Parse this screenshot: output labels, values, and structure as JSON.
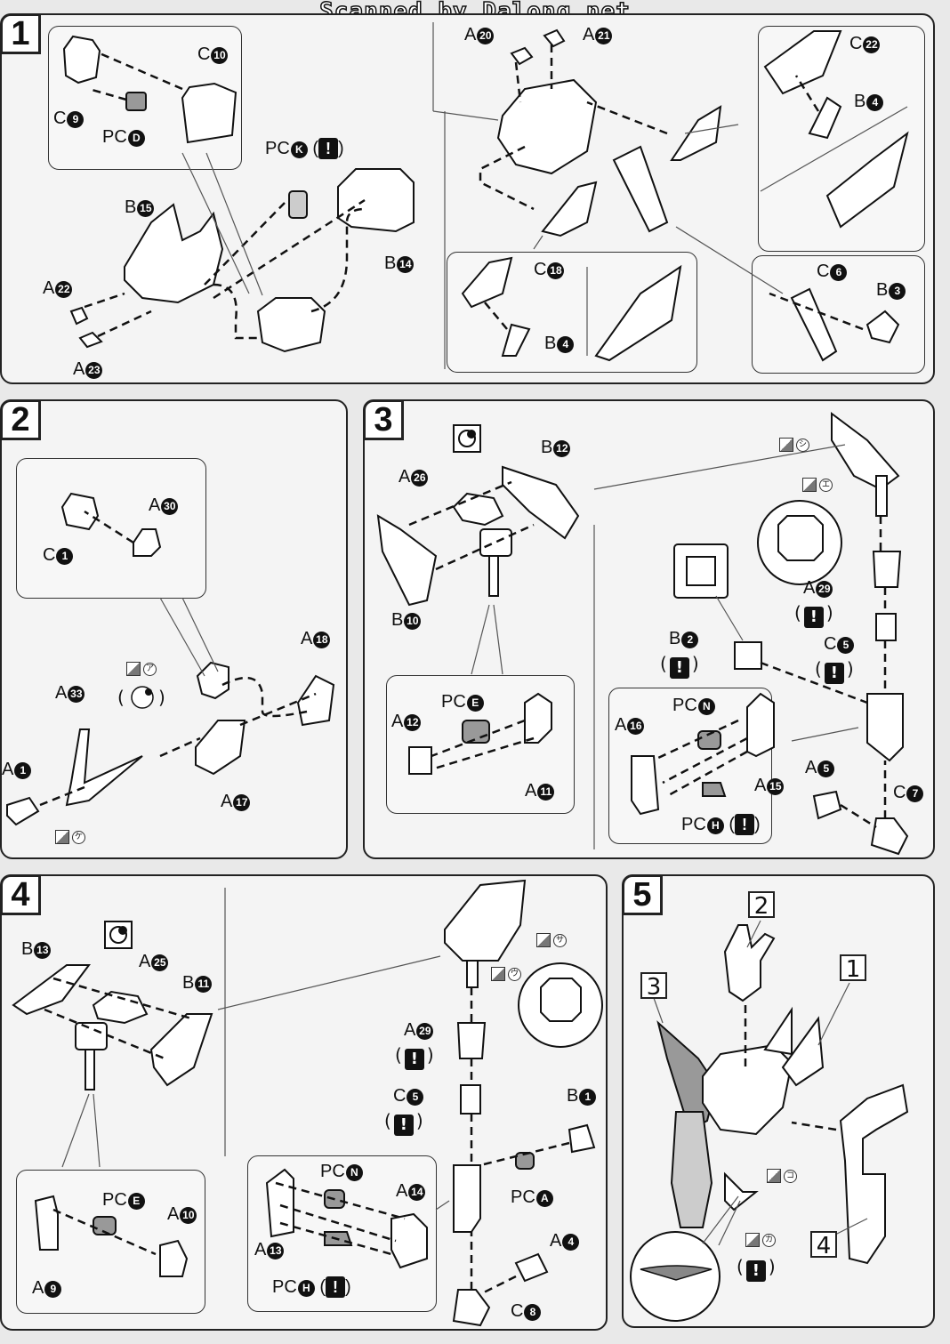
{
  "watermark": "Scanned by Dalong.net",
  "steps": {
    "s1": "1",
    "s2": "2",
    "s3": "3",
    "s4": "4",
    "s5": "5"
  },
  "step1": {
    "c10": "C",
    "c10n": "10",
    "c9": "C",
    "c9n": "9",
    "pcd": "PC",
    "pcdn": "D",
    "pck": "PC",
    "pckn": "K",
    "b15": "B",
    "b15n": "15",
    "b14": "B",
    "b14n": "14",
    "a22": "A",
    "a22n": "22",
    "a23": "A",
    "a23n": "23",
    "a20": "A",
    "a20n": "20",
    "a21": "A",
    "a21n": "21",
    "c22": "C",
    "c22n": "22",
    "b4a": "B",
    "b4an": "4",
    "c18": "C",
    "c18n": "18",
    "b4b": "B",
    "b4bn": "4",
    "c6": "C",
    "c6n": "6",
    "b3": "B",
    "b3n": "3"
  },
  "step2": {
    "a30": "A",
    "a30n": "30",
    "c1": "C",
    "c1n": "1",
    "a18": "A",
    "a18n": "18",
    "a33": "A",
    "a33n": "33",
    "a1": "A",
    "a1n": "1",
    "a17": "A",
    "a17n": "17",
    "kana_a": "ア",
    "kana_ke": "ケ"
  },
  "step3": {
    "a26": "A",
    "a26n": "26",
    "b12": "B",
    "b12n": "12",
    "b10": "B",
    "b10n": "10",
    "pce": "PC",
    "pcen": "E",
    "a12": "A",
    "a12n": "12",
    "a11": "A",
    "a11n": "11",
    "kana_shi": "シ",
    "kana_e": "エ",
    "a29": "A",
    "a29n": "29",
    "b2": "B",
    "b2n": "2",
    "c5": "C",
    "c5n": "5",
    "pcn": "PC",
    "pcnn": "N",
    "a16": "A",
    "a16n": "16",
    "a15": "A",
    "a15n": "15",
    "pch": "PC",
    "pchn": "H",
    "a5": "A",
    "a5n": "5",
    "c7": "C",
    "c7n": "7"
  },
  "step4": {
    "b13": "B",
    "b13n": "13",
    "a25": "A",
    "a25n": "25",
    "b11": "B",
    "b11n": "11",
    "pce": "PC",
    "pcen": "E",
    "a10": "A",
    "a10n": "10",
    "a9": "A",
    "a9n": "9",
    "kana_sa": "サ",
    "kana_u": "ウ",
    "a29": "A",
    "a29n": "29",
    "c5": "C",
    "c5n": "5",
    "b1": "B",
    "b1n": "1",
    "pca": "PC",
    "pcan": "A",
    "pcn": "PC",
    "pcnn": "N",
    "a14": "A",
    "a14n": "14",
    "a13": "A",
    "a13n": "13",
    "pch": "PC",
    "pchn": "H",
    "a4": "A",
    "a4n": "4",
    "c8": "C",
    "c8n": "8"
  },
  "step5": {
    "ref2": "2",
    "ref3": "3",
    "ref1": "1",
    "ref4": "4",
    "kana_ko": "コ",
    "kana_ka": "カ"
  },
  "warn_glyph": "!",
  "colors": {
    "ink": "#111111",
    "paper": "#f4f4f4",
    "shade": "#888888"
  }
}
